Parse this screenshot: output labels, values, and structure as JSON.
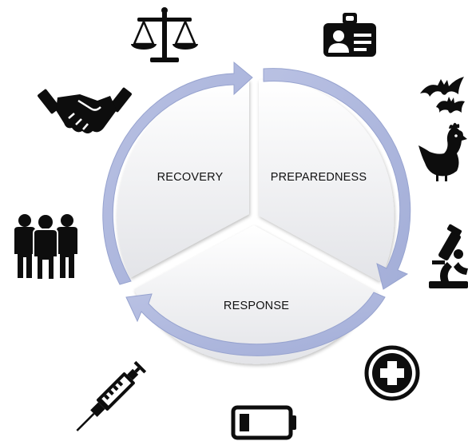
{
  "diagram": {
    "segments": [
      {
        "key": "recovery",
        "label": "RECOVERY"
      },
      {
        "key": "preparedness",
        "label": "PREPAREDNESS"
      },
      {
        "key": "response",
        "label": "RESPONSE"
      }
    ],
    "colors": {
      "arrow": "#aab4da",
      "arrow_edge": "#8f9ccc",
      "sector_top": "#ffffff",
      "sector_bottom": "#e6e7ea",
      "icon": "#0d0d0d"
    },
    "icons": [
      "scales-of-justice-icon",
      "id-card-icon",
      "bats-icon",
      "chicken-icon",
      "microscope-icon",
      "medical-cross-icon",
      "battery-icon",
      "syringe-icon",
      "group-of-people-icon",
      "handshake-icon"
    ]
  }
}
